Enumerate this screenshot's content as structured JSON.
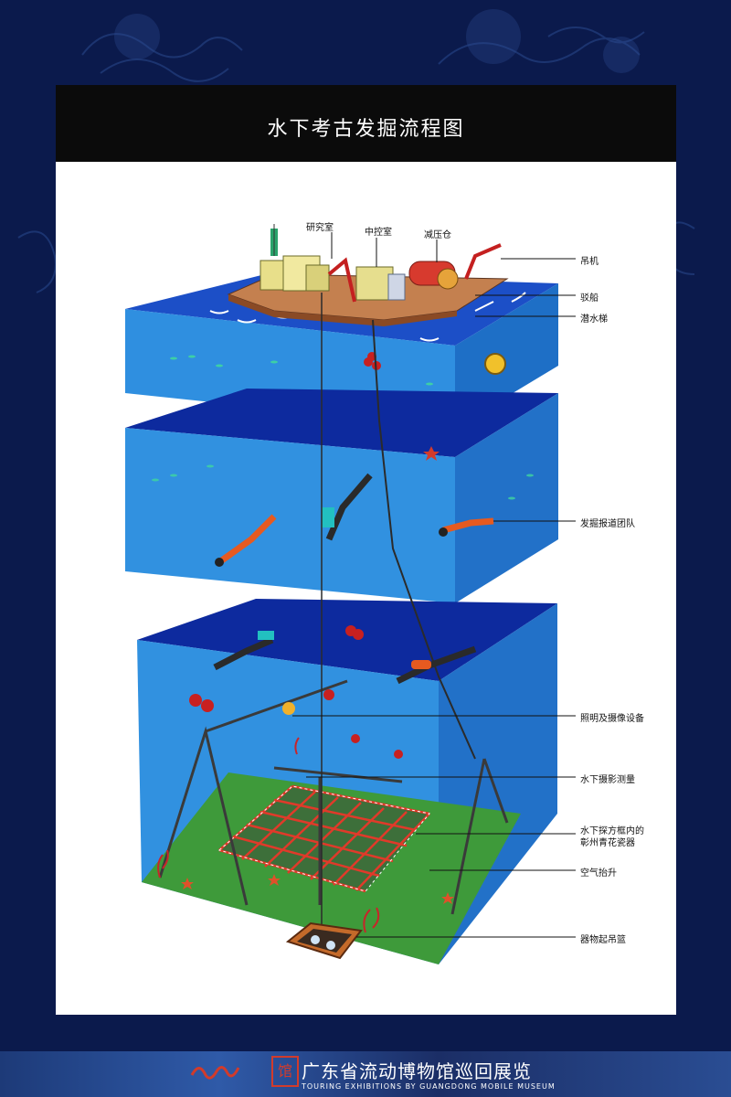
{
  "title": "水下考古发掘流程图",
  "labels": {
    "lab": "研究室",
    "control": "中控室",
    "decompression": "减压仓",
    "crane": "吊机",
    "barge": "驳船",
    "ladder": "潜水梯",
    "team": "发掘报道团队",
    "lighting": "照明及摄像设备",
    "photo_survey": "水下摄影测量",
    "porcelain_line1": "水下探方框内的",
    "porcelain_line2": "彰州青花瓷器",
    "air_lift": "空气抬升",
    "basket": "器物起吊篮"
  },
  "footer": {
    "title": "广东省流动博物馆巡回展览",
    "subtitle": "TOURING EXHIBITIONS BY GUANGDONG MOBILE MUSEUM",
    "seal": "馆"
  },
  "colors": {
    "background": "#0b1a4c",
    "water_side": "#2a86d6",
    "water_top": "#0e2a9a",
    "seabed": "#3f9a3a",
    "label_line": "#111111"
  }
}
